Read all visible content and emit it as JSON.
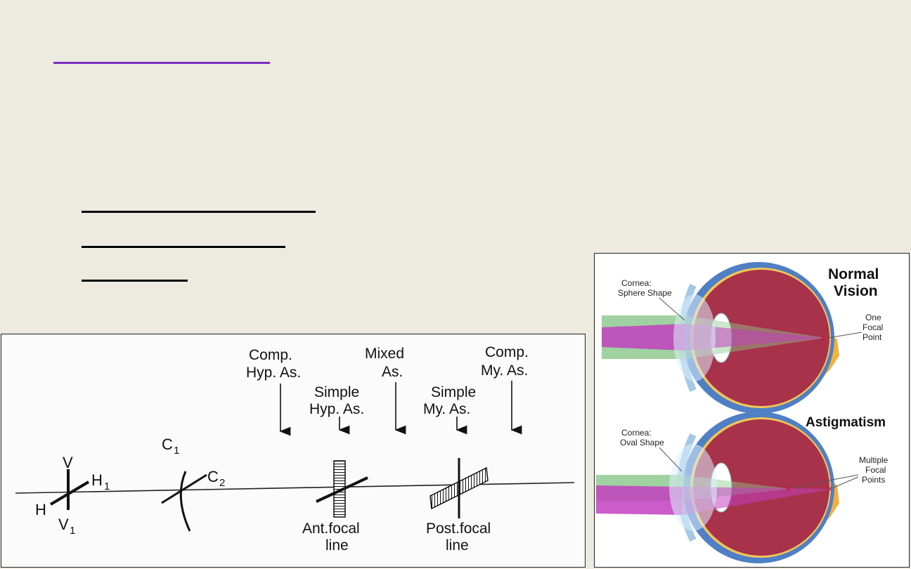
{
  "slide": {
    "colors": {
      "background": "#edeae0",
      "accent_rule": "#7b2fbe"
    },
    "title_text": "",
    "bullet_lines": [
      "",
      "",
      ""
    ]
  },
  "astigmatism_diagram": {
    "point_labels": {
      "v": "V",
      "v1": "1",
      "h": "H",
      "h1": "1",
      "c1": "1",
      "c2": "2",
      "v_sub_base": "V",
      "h1_base": "H",
      "c1_base": "C",
      "c2_base": "C"
    },
    "arrows": [
      {
        "lines": [
          "Comp.",
          "Hyp. As."
        ]
      },
      {
        "lines": [
          "Simple",
          "Hyp. As."
        ]
      },
      {
        "lines": [
          "Mixed",
          "As."
        ]
      },
      {
        "lines": [
          "Simple",
          "My. As."
        ]
      },
      {
        "lines": [
          "Comp.",
          "My. As."
        ]
      }
    ],
    "focal_lines": [
      {
        "lines": [
          "Ant.focal",
          "line"
        ]
      },
      {
        "lines": [
          "Post.focal",
          "line"
        ]
      }
    ]
  },
  "eye_diagram": {
    "colors": {
      "eye": "#a8324a",
      "sclera": "#4f7fc4",
      "beam_green": "#8fc98f",
      "beam_magenta": "#c23fbf",
      "nerve": "#f2b13c"
    },
    "normal": {
      "title_lines": [
        "Normal",
        "Vision"
      ],
      "cornea_lines": [
        "Cornea:",
        "Sphere Shape"
      ],
      "focal_lines": [
        "One",
        "Focal",
        "Point"
      ]
    },
    "astigmatism": {
      "title": "Astigmatism",
      "cornea_lines": [
        "Cornea:",
        "Oval Shape"
      ],
      "focal_lines": [
        "Multiple",
        "Focal",
        "Points"
      ]
    }
  }
}
